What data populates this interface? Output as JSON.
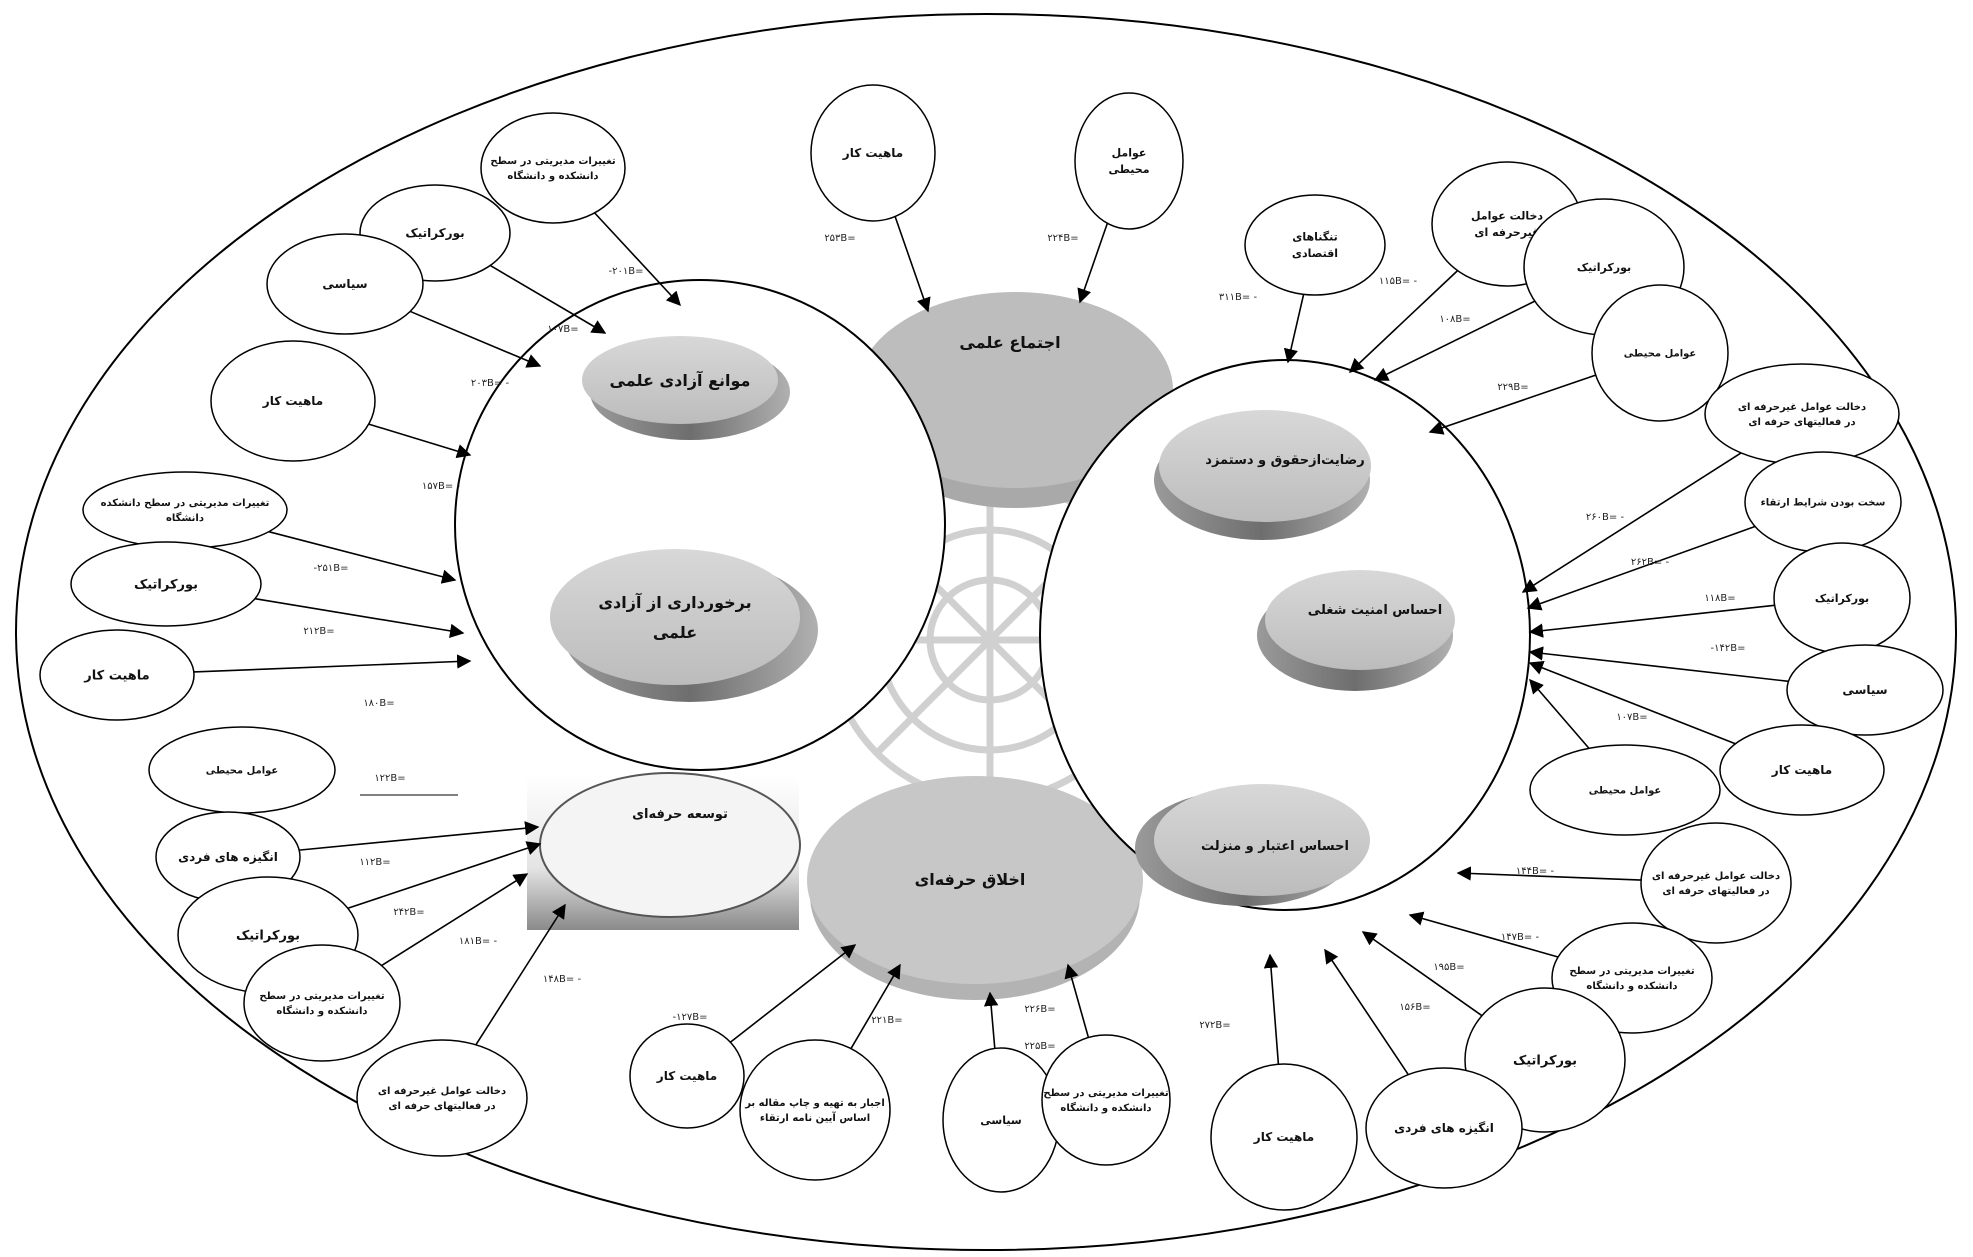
{
  "hubs": [
    {
      "id": "hub-academic-freedom",
      "items": [
        {
          "id": "barriers",
          "text": "موانع آزادی علمی"
        },
        {
          "id": "enjoyment",
          "text": "برخورداری از آزادی\nعلمی"
        }
      ]
    },
    {
      "id": "hub-scientific-consensus",
      "items": [
        {
          "id": "consensus",
          "text": "اجتماع علمی"
        }
      ]
    },
    {
      "id": "hub-job",
      "items": [
        {
          "id": "salary",
          "text": "رضایت‌ازحقوق و دستمزد"
        },
        {
          "id": "security",
          "text": "احساس امنیت شغلی"
        },
        {
          "id": "prestige",
          "text": "احساس اعتبار و منزلت"
        }
      ]
    },
    {
      "id": "hub-professional",
      "items": [
        {
          "id": "development",
          "text": "توسعه حرفه‌ای"
        },
        {
          "id": "ethics",
          "text": "اخلاق حرفه‌ای"
        }
      ]
    }
  ],
  "factors": [
    {
      "id": "f1",
      "text": "تغییرات مدیریتی در سطح\nدانشکده و دانشگاه",
      "coef": "-۲۰۱B="
    },
    {
      "id": "f2",
      "text": "بورکراتیک",
      "coef": "۱۰۷B="
    },
    {
      "id": "f3",
      "text": "سیاسی",
      "coef": "۲۰۳B= -"
    },
    {
      "id": "f4",
      "text": "ماهیت کار",
      "coef": "۱۵۷B= -"
    },
    {
      "id": "f5",
      "text": "تغییرات مدیریتی در سطح  دانشکده\nدانشگاه",
      "coef": "-۲۵۱B="
    },
    {
      "id": "f6",
      "text": "بورکراتیک",
      "coef": "۲۱۲B="
    },
    {
      "id": "f7",
      "text": "ماهیت کار",
      "coef": "۱۸۰B="
    },
    {
      "id": "f8",
      "text": "ماهیت کار",
      "coef": "۲۵۳B="
    },
    {
      "id": "f9",
      "text": "عوامل\nمحیطی",
      "coef": "۲۲۴B="
    },
    {
      "id": "f10",
      "text": "تنگناهای\nاقتصادی",
      "coef": "۳۱۱B= -"
    },
    {
      "id": "f11",
      "text": "دخالت عوامل\nغیرحرفه ای",
      "coef": "۱۱۵B= -"
    },
    {
      "id": "f12",
      "text": "بورکراتیک",
      "coef": "۱۰۸B="
    },
    {
      "id": "f13",
      "text": "عوامل محیطی",
      "coef": "۲۲۹B="
    },
    {
      "id": "f14",
      "text": "دخالت عوامل غیرحرفه ای\nدر فعالیتهای حرفه ای",
      "coef": "۲۶۰B= -"
    },
    {
      "id": "f15",
      "text": "سخت بودن شرایط ارتقاء",
      "coef": "۲۶۲B= -"
    },
    {
      "id": "f16",
      "text": "بورکراتیک",
      "coef": "۱۱۸B="
    },
    {
      "id": "f17",
      "text": "سیاسی",
      "coef": "-۱۴۲B="
    },
    {
      "id": "f18",
      "text": "ماهیت کار",
      "coef": "۱۰۷B="
    },
    {
      "id": "f19",
      "text": "عوامل محیطی",
      "coef": ""
    },
    {
      "id": "f20",
      "text": "دخالت عوامل غیرحرفه ای\nدر فعالیتهای حرفه ای",
      "coef": "۱۴۴B= -"
    },
    {
      "id": "f21",
      "text": "تغییرات مدیریتی در سطح\nدانشکده و دانشگاه",
      "coef": "۱۴۷B= -"
    },
    {
      "id": "f22",
      "text": "بورکراتیک",
      "coef": "۱۹۵B="
    },
    {
      "id": "f23",
      "text": "انگیزه های فردی",
      "coef": "۱۵۶B="
    },
    {
      "id": "f24",
      "text": "ماهیت کار",
      "coef": "۲۷۲B="
    },
    {
      "id": "f25",
      "text": "عوامل محیطی",
      "coef": "۱۲۲B="
    },
    {
      "id": "f26",
      "text": "انگیزه های فردی",
      "coef": "۱۱۲B="
    },
    {
      "id": "f27",
      "text": "بورکراتیک",
      "coef": "۲۴۲B="
    },
    {
      "id": "f28",
      "text": "تغییرات مدیریتی در سطح\nدانشکده و دانشگاه",
      "coef": "۱۸۱B= -"
    },
    {
      "id": "f29",
      "text": "دخالت عوامل غیرحرفه ای\nدر فعالیتهای حرفه ای",
      "coef": "۱۴۸B= -"
    },
    {
      "id": "f30",
      "text": "ماهیت کار",
      "coef": "-۱۲۷B="
    },
    {
      "id": "f31",
      "text": "اجبار به تهیه و چاپ مقاله بر\nاساس آیین نامه ارتقاء",
      "coef": "۲۲۱B="
    },
    {
      "id": "f32",
      "text": "سیاسی",
      "coef": "۲۲۵B="
    },
    {
      "id": "f33",
      "text": "تغییرات مدیریتی در سطح\nدانشکده و دانشگاه",
      "coef": "۲۲۶B="
    }
  ]
}
